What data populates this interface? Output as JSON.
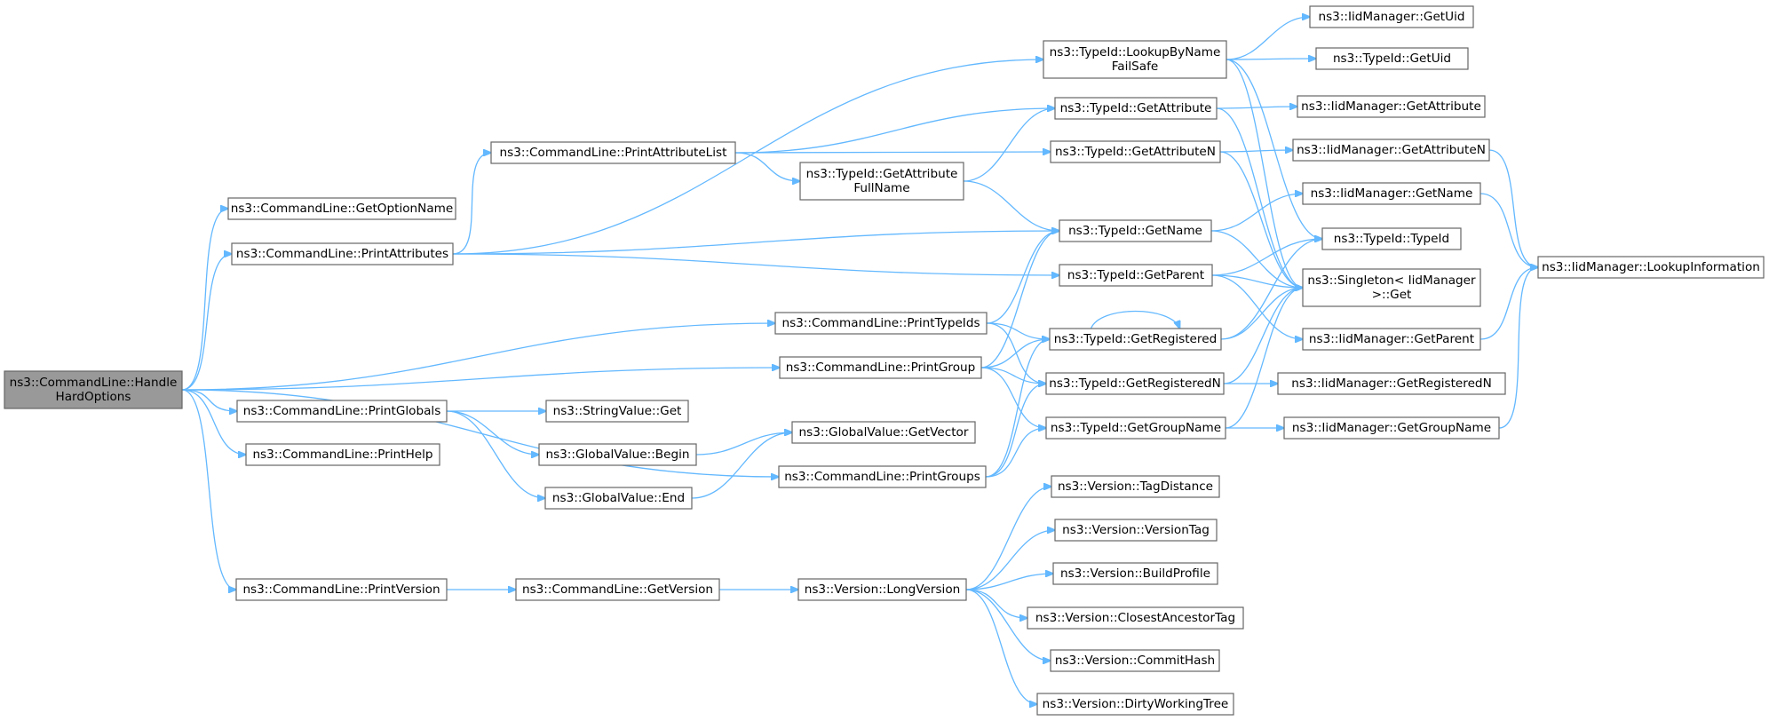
{
  "nodes": [
    {
      "id": "handle",
      "lines": [
        "ns3::CommandLine::Handle",
        "HardOptions"
      ],
      "root": true
    },
    {
      "id": "getOptionName",
      "lines": [
        "ns3::CommandLine::GetOptionName"
      ]
    },
    {
      "id": "printAttributes",
      "lines": [
        "ns3::CommandLine::PrintAttributes"
      ]
    },
    {
      "id": "printGlobals",
      "lines": [
        "ns3::CommandLine::PrintGlobals"
      ]
    },
    {
      "id": "printHelp",
      "lines": [
        "ns3::CommandLine::PrintHelp"
      ]
    },
    {
      "id": "printVersion",
      "lines": [
        "ns3::CommandLine::PrintVersion"
      ]
    },
    {
      "id": "printAttributeList",
      "lines": [
        "ns3::CommandLine::PrintAttributeList"
      ]
    },
    {
      "id": "stringValueGet",
      "lines": [
        "ns3::StringValue::Get"
      ]
    },
    {
      "id": "gvBegin",
      "lines": [
        "ns3::GlobalValue::Begin"
      ]
    },
    {
      "id": "gvEnd",
      "lines": [
        "ns3::GlobalValue::End"
      ]
    },
    {
      "id": "getVersion",
      "lines": [
        "ns3::CommandLine::GetVersion"
      ]
    },
    {
      "id": "getAttrFullName",
      "lines": [
        "ns3::TypeId::GetAttribute",
        "FullName"
      ]
    },
    {
      "id": "printTypeIds",
      "lines": [
        "ns3::CommandLine::PrintTypeIds"
      ]
    },
    {
      "id": "printGroup",
      "lines": [
        "ns3::CommandLine::PrintGroup"
      ]
    },
    {
      "id": "gvGetVector",
      "lines": [
        "ns3::GlobalValue::GetVector"
      ]
    },
    {
      "id": "printGroups",
      "lines": [
        "ns3::CommandLine::PrintGroups"
      ]
    },
    {
      "id": "longVersion",
      "lines": [
        "ns3::Version::LongVersion"
      ]
    },
    {
      "id": "lookupFailSafe",
      "lines": [
        "ns3::TypeId::LookupByName",
        "FailSafe"
      ]
    },
    {
      "id": "tidGetAttribute",
      "lines": [
        "ns3::TypeId::GetAttribute"
      ]
    },
    {
      "id": "tidGetAttributeN",
      "lines": [
        "ns3::TypeId::GetAttributeN"
      ]
    },
    {
      "id": "tidGetName",
      "lines": [
        "ns3::TypeId::GetName"
      ]
    },
    {
      "id": "tidGetParent",
      "lines": [
        "ns3::TypeId::GetParent"
      ]
    },
    {
      "id": "tidGetRegistered",
      "lines": [
        "ns3::TypeId::GetRegistered"
      ]
    },
    {
      "id": "tidGetRegisteredN",
      "lines": [
        "ns3::TypeId::GetRegisteredN"
      ]
    },
    {
      "id": "tidGetGroupName",
      "lines": [
        "ns3::TypeId::GetGroupName"
      ]
    },
    {
      "id": "verTagDistance",
      "lines": [
        "ns3::Version::TagDistance"
      ]
    },
    {
      "id": "verVersionTag",
      "lines": [
        "ns3::Version::VersionTag"
      ]
    },
    {
      "id": "verBuildProfile",
      "lines": [
        "ns3::Version::BuildProfile"
      ]
    },
    {
      "id": "verClosestAncestorTag",
      "lines": [
        "ns3::Version::ClosestAncestorTag"
      ]
    },
    {
      "id": "verCommitHash",
      "lines": [
        "ns3::Version::CommitHash"
      ]
    },
    {
      "id": "verDirtyWorkingTree",
      "lines": [
        "ns3::Version::DirtyWorkingTree"
      ]
    },
    {
      "id": "iidGetUid",
      "lines": [
        "ns3::IidManager::GetUid"
      ]
    },
    {
      "id": "tidGetUid",
      "lines": [
        "ns3::TypeId::GetUid"
      ]
    },
    {
      "id": "iidGetAttribute",
      "lines": [
        "ns3::IidManager::GetAttribute"
      ]
    },
    {
      "id": "iidGetAttributeN",
      "lines": [
        "ns3::IidManager::GetAttributeN"
      ]
    },
    {
      "id": "iidGetName",
      "lines": [
        "ns3::IidManager::GetName"
      ]
    },
    {
      "id": "tidTypeId",
      "lines": [
        "ns3::TypeId::TypeId"
      ]
    },
    {
      "id": "singletonGet",
      "lines": [
        "ns3::Singleton< IidManager",
        " >::Get"
      ]
    },
    {
      "id": "iidGetParent",
      "lines": [
        "ns3::IidManager::GetParent"
      ]
    },
    {
      "id": "iidGetRegisteredN",
      "lines": [
        "ns3::IidManager::GetRegisteredN"
      ]
    },
    {
      "id": "iidGetGroupName",
      "lines": [
        "ns3::IidManager::GetGroupName"
      ]
    },
    {
      "id": "iidLookupInformation",
      "lines": [
        "ns3::IidManager::LookupInformation"
      ]
    }
  ],
  "edges": [
    [
      "handle",
      "getOptionName"
    ],
    [
      "handle",
      "printAttributes"
    ],
    [
      "handle",
      "printTypeIds"
    ],
    [
      "handle",
      "printGroup"
    ],
    [
      "handle",
      "printGlobals"
    ],
    [
      "handle",
      "printHelp"
    ],
    [
      "handle",
      "printGroups"
    ],
    [
      "handle",
      "printVersion"
    ],
    [
      "printAttributes",
      "lookupFailSafe"
    ],
    [
      "printAttributes",
      "printAttributeList"
    ],
    [
      "printAttributes",
      "tidGetName"
    ],
    [
      "printAttributes",
      "tidGetParent"
    ],
    [
      "printAttributeList",
      "tidGetAttribute"
    ],
    [
      "printAttributeList",
      "tidGetAttributeN"
    ],
    [
      "printAttributeList",
      "getAttrFullName"
    ],
    [
      "getAttrFullName",
      "tidGetAttribute"
    ],
    [
      "getAttrFullName",
      "tidGetName"
    ],
    [
      "printGlobals",
      "stringValueGet"
    ],
    [
      "printGlobals",
      "gvBegin"
    ],
    [
      "printGlobals",
      "gvEnd"
    ],
    [
      "gvBegin",
      "gvGetVector"
    ],
    [
      "gvEnd",
      "gvGetVector"
    ],
    [
      "printVersion",
      "getVersion"
    ],
    [
      "getVersion",
      "longVersion"
    ],
    [
      "printTypeIds",
      "tidGetName"
    ],
    [
      "printTypeIds",
      "tidGetRegistered"
    ],
    [
      "printTypeIds",
      "tidGetRegisteredN"
    ],
    [
      "printGroup",
      "tidGetName"
    ],
    [
      "printGroup",
      "tidGetRegistered"
    ],
    [
      "printGroup",
      "tidGetRegisteredN"
    ],
    [
      "printGroup",
      "tidGetGroupName"
    ],
    [
      "printGroups",
      "tidGetRegistered"
    ],
    [
      "printGroups",
      "tidGetRegisteredN"
    ],
    [
      "printGroups",
      "tidGetGroupName"
    ],
    [
      "longVersion",
      "verTagDistance"
    ],
    [
      "longVersion",
      "verVersionTag"
    ],
    [
      "longVersion",
      "verBuildProfile"
    ],
    [
      "longVersion",
      "verClosestAncestorTag"
    ],
    [
      "longVersion",
      "verCommitHash"
    ],
    [
      "longVersion",
      "verDirtyWorkingTree"
    ],
    [
      "lookupFailSafe",
      "iidGetUid"
    ],
    [
      "lookupFailSafe",
      "tidGetUid"
    ],
    [
      "lookupFailSafe",
      "tidTypeId"
    ],
    [
      "lookupFailSafe",
      "singletonGet"
    ],
    [
      "tidGetAttribute",
      "iidGetAttribute"
    ],
    [
      "tidGetAttribute",
      "singletonGet"
    ],
    [
      "tidGetAttributeN",
      "iidGetAttributeN"
    ],
    [
      "tidGetAttributeN",
      "singletonGet"
    ],
    [
      "tidGetName",
      "iidGetName"
    ],
    [
      "tidGetName",
      "singletonGet"
    ],
    [
      "tidGetParent",
      "tidTypeId"
    ],
    [
      "tidGetParent",
      "singletonGet"
    ],
    [
      "tidGetParent",
      "iidGetParent"
    ],
    [
      "tidGetRegistered",
      "tidGetRegistered"
    ],
    [
      "tidGetRegistered",
      "tidTypeId"
    ],
    [
      "tidGetRegistered",
      "singletonGet"
    ],
    [
      "tidGetRegisteredN",
      "singletonGet"
    ],
    [
      "tidGetRegisteredN",
      "iidGetRegisteredN"
    ],
    [
      "tidGetGroupName",
      "singletonGet"
    ],
    [
      "tidGetGroupName",
      "iidGetGroupName"
    ],
    [
      "iidGetAttributeN",
      "iidLookupInformation"
    ],
    [
      "iidGetName",
      "iidLookupInformation"
    ],
    [
      "iidGetParent",
      "iidLookupInformation"
    ],
    [
      "iidGetGroupName",
      "iidLookupInformation"
    ]
  ]
}
